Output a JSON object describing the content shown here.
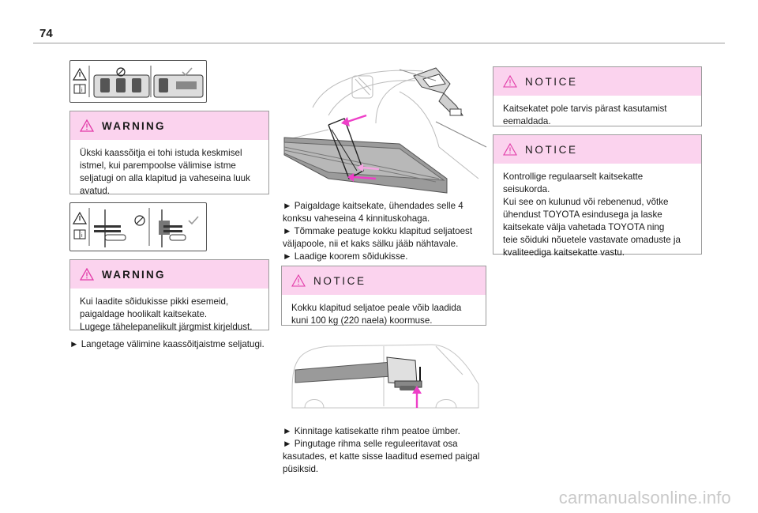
{
  "page": {
    "number": "74"
  },
  "left": {
    "warning1": {
      "title": "WARNING",
      "lines": [
        "Ükski kaassõitja ei tohi istuda keskmisel",
        "istmel, kui parempoolse välimise istme",
        "seljatugi on alla klapitud ja vaheseina luuk",
        "avatud."
      ]
    },
    "warning2": {
      "title": "WARNING",
      "lines": [
        "Kui laadite sõidukisse pikki esemeid,",
        "paigaldage hoolikalt kaitsekate.",
        "Lugege tähelepanelikult järgmist kirjeldust."
      ]
    },
    "step": "► Langetage välimine kaassõitjaistme seljatugi."
  },
  "middle": {
    "steps1": [
      "► Paigaldage kaitsekate, ühendades selle 4",
      "konksu vaheseina 4 kinnituskohaga.",
      "► Tõmmake peatuge kokku klapitud seljatoest",
      "väljapoole, nii et kaks sälku jääb nähtavale.",
      "► Laadige koorem sõidukisse."
    ],
    "notice": {
      "title": "NOTICE",
      "lines": [
        "Kokku klapitud seljatoe peale võib laadida",
        "kuni 100 kg (220 naela) koormuse."
      ]
    },
    "steps2": [
      "► Kinnitage katisekatte rihm peatoe ümber.",
      "► Pingutage rihma selle reguleeritavat osa",
      "kasutades, et katte sisse laaditud esemed paigal",
      "püsiksid."
    ]
  },
  "right": {
    "notice1": {
      "title": "NOTICE",
      "lines": [
        "Kaitsekatet pole tarvis pärast kasutamist",
        "eemaldada."
      ]
    },
    "notice2": {
      "title": "NOTICE",
      "lines": [
        "Kontrollige regulaarselt kaitsekatte",
        "seisukorda.",
        "Kui see on kulunud või rebenenud, võtke",
        "ühendust TOYOTA esindusega ja laske",
        "kaitsekate välja vahetada TOYOTA ning",
        "teie sõiduki nõuetele vastavate omaduste ja",
        "kvaliteediga kaitsekatte vastu."
      ]
    }
  },
  "footer": {
    "watermark": "carmanualsonline.info"
  },
  "colors": {
    "callout_bg": "#fbd3ee",
    "arrow_magenta": "#ee3fc8",
    "border": "#9c9c9c"
  }
}
